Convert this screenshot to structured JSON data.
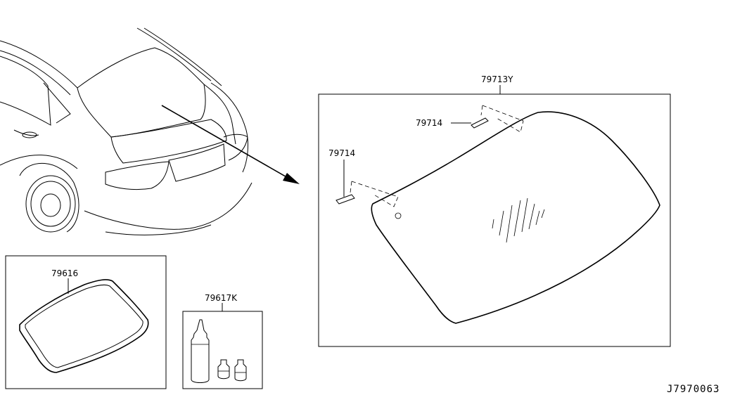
{
  "labels": {
    "rear_window_glass": "79713Y",
    "spacer_top": "79714",
    "spacer_left": "79714",
    "molding": "79616",
    "adhesive_kit": "79617K"
  },
  "diagram_code": "J7970063"
}
